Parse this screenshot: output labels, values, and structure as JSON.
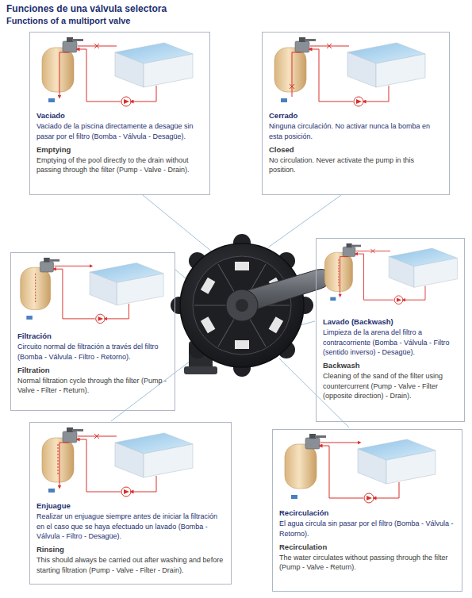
{
  "diagram": {
    "title": "Funciones de una válvula selectora",
    "nodes": [
      {
        "text": [
          "Vaciado",
          "Vaciado de la piscina directamente a desagüe sin pasar por el filtro (Bomba - Válvula - Desagüe).",
          "Emptying",
          "Emptying of the pool directly to the drain without passing through the filter (Pump - Valve - Drain)."
        ]
      },
      {
        "text": [
          "Cerrado",
          "Ninguna circulación. No activar nunca la bomba en esta posición.",
          "Closed",
          "No circulation. Never activate the pump in this position."
        ]
      },
      {
        "text": [
          "Filtración",
          "Circuito normal de filtración a través del filtro (Bomba - Válvula - Filtro - Retorno).",
          "Filtration",
          "Normal filtration cycle through the filter (Pump - Valve - Filter - Return)."
        ]
      },
      {
        "text": [
          "Lavado (Backwash)",
          "Limpieza de la arena del filtro a contracorriente (Bomba - Válvula - Filtro (sentido inverso) - Desagüe).",
          "Backwash",
          "Cleaning of the sand of the filter using countercurrent (Pump - Valve - Filter (opposite direction) - Drain)."
        ]
      },
      {
        "text": [
          "Enjuague",
          "Realizar un enjuague siempre antes de iniciar la filtración en el caso que se haya efectuado un lavado (Bomba - Válvula - Filtro - Desagüe).",
          "Rinsing",
          "This should always be carried out after washing and before starting filtration (Pump - Valve - Filter - Drain)."
        ]
      },
      {
        "text": [
          "Recirculación",
          "El agua circula sin pasar por el filtro (Bomba - Válvula - Retorno).",
          "Recirculation",
          "The water circulates without passing through the filter (Pump - Valve - Return)."
        ]
      }
    ],
    "labels": [
      "Functions of a multiport valve"
    ]
  }
}
